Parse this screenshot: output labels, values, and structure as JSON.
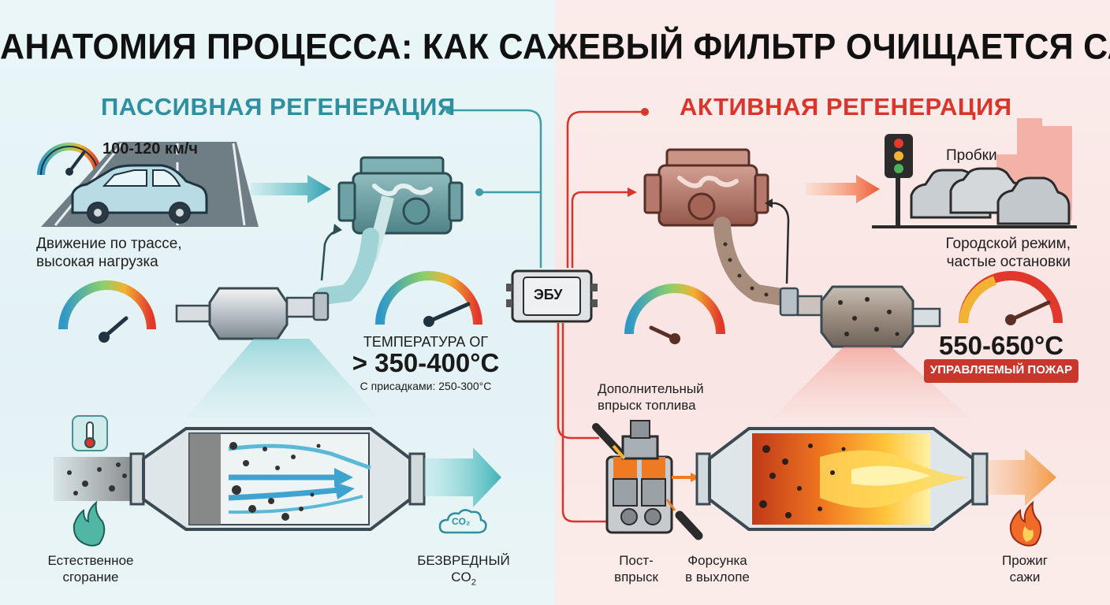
{
  "title": "АНАТОМИЯ ПРОЦЕССА: КАК САЖЕВЫЙ ФИЛЬТР ОЧИЩАЕТСЯ САМ",
  "passive": {
    "heading": "ПАССИВНАЯ РЕГЕНЕРАЦИЯ",
    "speed": "100-120 км/ч",
    "driving_line1": "Движение по трассе,",
    "driving_line2": "высокая нагрузка",
    "temp_label": "ТЕМПЕРАТУРА ОГ",
    "temp_value": "> 350-400°C",
    "additive_note": "С присадками: 250-300°C",
    "natural_line1": "Естественное",
    "natural_line2": "сгорание",
    "harmless_line1": "БЕЗВРЕДНЫЙ",
    "harmless_line2": "CO",
    "harmless_sub": "2",
    "co2_icon_text": "CO₂",
    "accent": "#2e8fa0"
  },
  "ecu_label": "ЭБУ",
  "active": {
    "heading": "АКТИВНАЯ РЕГЕНЕРАЦИЯ",
    "traffic_label": "Пробки",
    "city_line1": "Городской режим,",
    "city_line2": "частые остановки",
    "temp_value": "550-650°C",
    "badge": "УПРАВЛЯЕМЫЙ ПОЖАР",
    "extra_injection_line1": "Дополнительный",
    "extra_injection_line2": "впрыск топлива",
    "post_injection_line1": "Пост-",
    "post_injection_line2": "впрыск",
    "exhaust_injector_line1": "Форсунка",
    "exhaust_injector_line2": "в выхлопе",
    "soot_burn_line1": "Прожиг",
    "soot_burn_line2": "сажи",
    "accent": "#d9352b"
  }
}
